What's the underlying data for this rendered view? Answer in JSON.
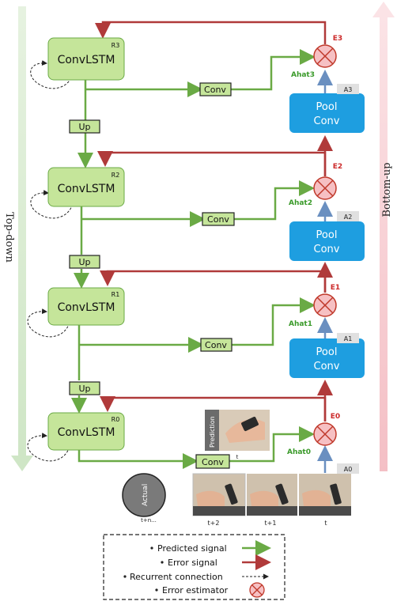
{
  "side_labels": {
    "left": "Top-down",
    "right": "Bottom-up"
  },
  "convlstm": [
    {
      "title": "ConvLSTM",
      "tag": "R3"
    },
    {
      "title": "ConvLSTM",
      "tag": "R2"
    },
    {
      "title": "ConvLSTM",
      "tag": "R1"
    },
    {
      "title": "ConvLSTM",
      "tag": "R0"
    }
  ],
  "up_label": "Up",
  "conv_label": "Conv",
  "pool": [
    {
      "line1": "Pool",
      "line2": "Conv",
      "tag": "A3"
    },
    {
      "line1": "Pool",
      "line2": "Conv",
      "tag": "A2"
    },
    {
      "line1": "Pool",
      "line2": "Conv",
      "tag": "A1"
    }
  ],
  "a0_tag": "A0",
  "errors": [
    "E3",
    "E2",
    "E1",
    "E0"
  ],
  "ahats": [
    "Ahat3",
    "Ahat2",
    "Ahat1",
    "Ahat0"
  ],
  "prediction": {
    "label": "Prediction",
    "time": "t"
  },
  "actual": {
    "label": "Actual",
    "time": "t+n..."
  },
  "frames": [
    "t+2",
    "t+1",
    "t"
  ],
  "legend": [
    "Predicted signal",
    "Error signal",
    "Recurrent connection",
    "Error estimator"
  ],
  "colors": {
    "green": "#6aaa45",
    "red": "#b03a3a",
    "blue": "#6a8fc0",
    "convlstm_fill": "#c5e59a",
    "pool_fill": "#1e9ee0"
  }
}
